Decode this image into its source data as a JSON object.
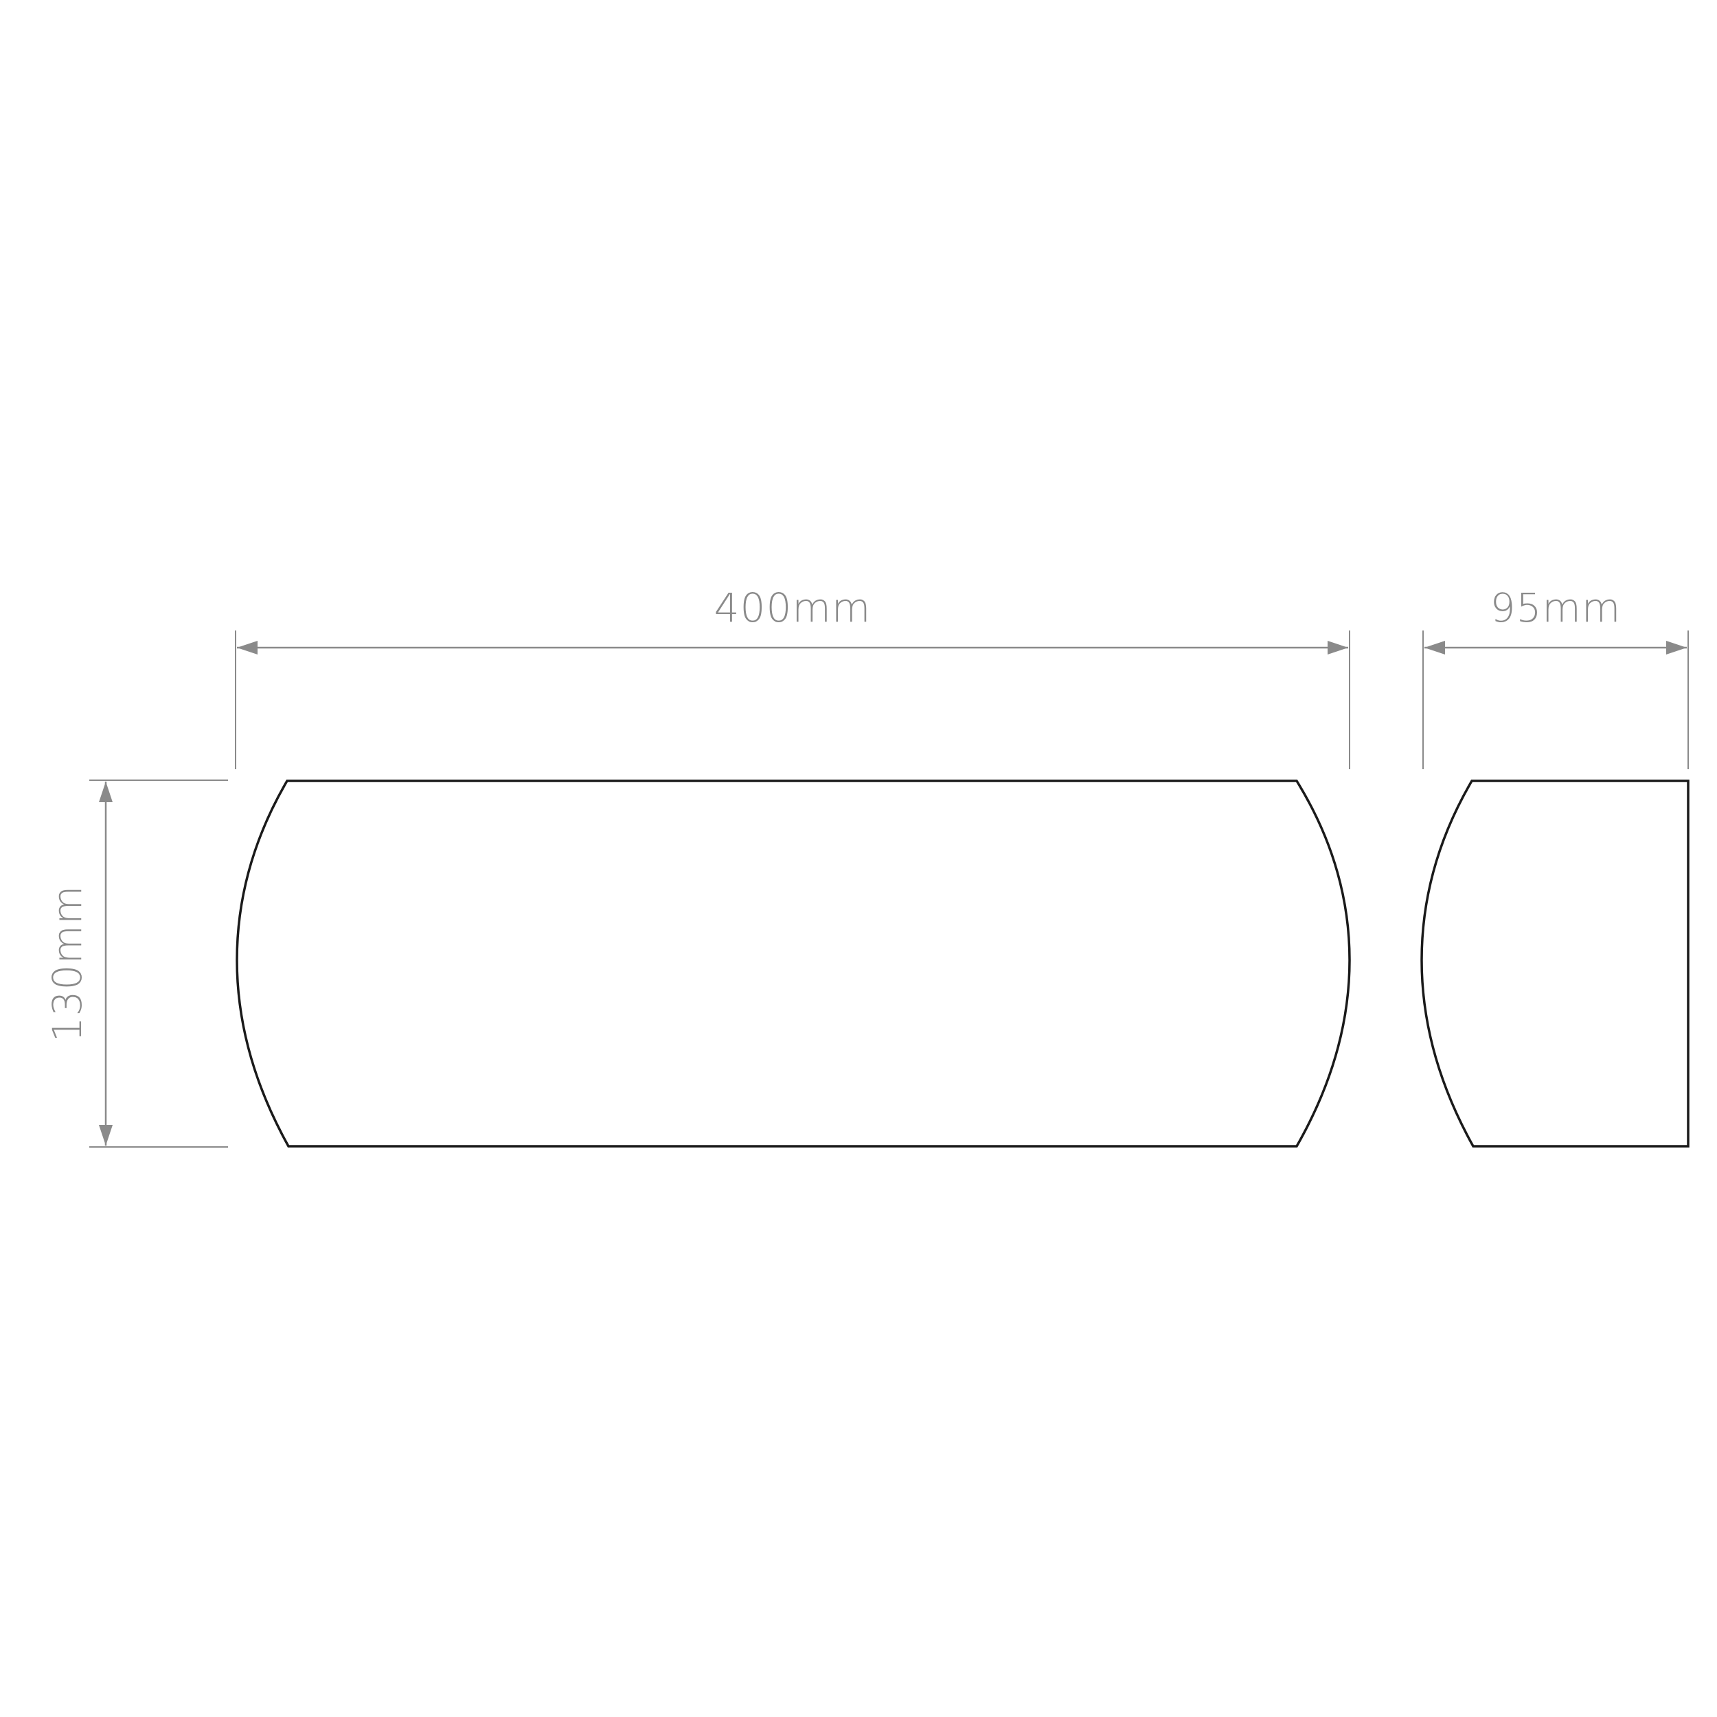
{
  "dimensions": {
    "width_label": "400mm",
    "depth_label": "95mm",
    "height_label": "130mm"
  },
  "colors": {
    "background": "#ffffff",
    "outline": "#1a1a1a",
    "dimension": "#8a8a8a"
  }
}
